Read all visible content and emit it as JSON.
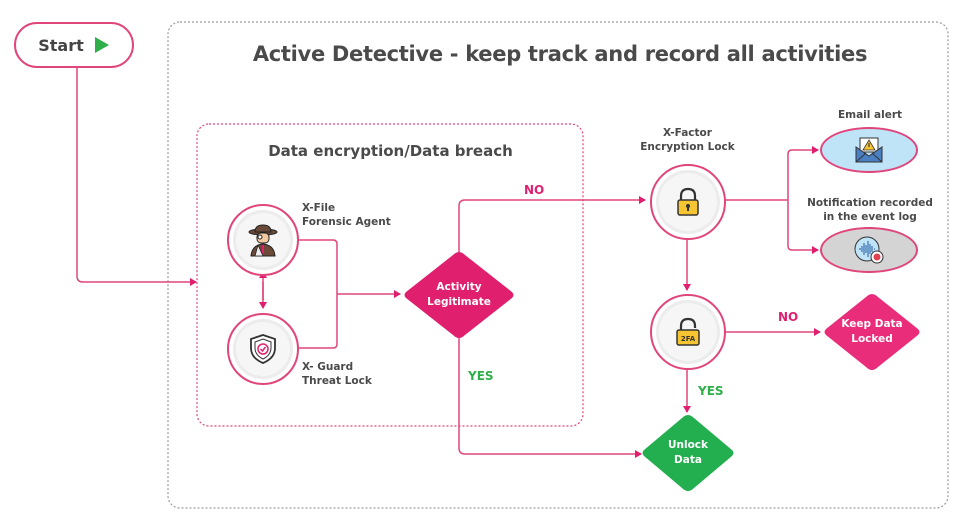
{
  "title": "Active Detective - keep track and record all activities",
  "start": {
    "label": "Start",
    "icon": "play-icon"
  },
  "group": {
    "title": "Data encryption/Data breach"
  },
  "nodes": {
    "forensic_agent": {
      "line1": "X-File",
      "line2": "Forensic Agent",
      "icon": "detective-icon"
    },
    "threat_lock": {
      "line1": "X- Guard",
      "line2": "Threat Lock",
      "icon": "shield-check-icon"
    },
    "activity_legitimate": {
      "line1": "Activity",
      "line2": "Legitimate"
    },
    "encryption_lock": {
      "line1": "X-Factor",
      "line2": "Encryption Lock",
      "icon": "padlock-icon"
    },
    "twofa_lock": {
      "badge": "2FA",
      "icon": "padlock-2fa-icon"
    },
    "email_alert": {
      "label": "Email alert",
      "icon": "email-warning-icon"
    },
    "event_log": {
      "line1": "Notification recorded",
      "line2": "in the event log",
      "icon": "audio-record-icon"
    },
    "keep_locked": {
      "line1": "Keep Data",
      "line2": "Locked"
    },
    "unlock_data": {
      "line1": "Unlock",
      "line2": "Data"
    }
  },
  "edges": {
    "activity_no": "NO",
    "activity_yes": "YES",
    "twofa_no": "NO",
    "twofa_yes": "YES"
  },
  "colors": {
    "accent": "#e0206e",
    "line": "#e0457b",
    "success": "#2eaf4a",
    "email_bg": "#bfe3f7",
    "log_bg": "#d4d4d4"
  }
}
